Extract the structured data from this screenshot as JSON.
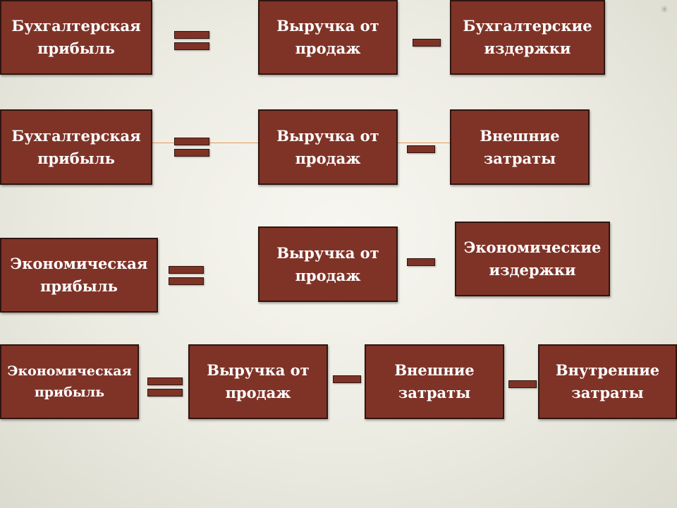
{
  "rows": [
    {
      "result": "Бухгалтерская прибыль",
      "terms": [
        "Выручка от продаж",
        "Бухгалтерские издержки"
      ]
    },
    {
      "result": "Бухгалтерская прибыль",
      "terms": [
        "Выручка от продаж",
        "Внешние затраты"
      ]
    },
    {
      "result": "Экономическая прибыль",
      "terms": [
        "Выручка от продаж",
        "Экономические издержки"
      ]
    },
    {
      "result": "Экономическая прибыль",
      "terms": [
        "Выручка от продаж",
        "Внешние затраты",
        "Внутренние затраты"
      ]
    }
  ],
  "decor": {
    "corner_icon": "sparkle-icon"
  },
  "colors": {
    "box_fill": "#7f3327",
    "box_border": "#2f1510",
    "connector": "#e39a5b"
  }
}
